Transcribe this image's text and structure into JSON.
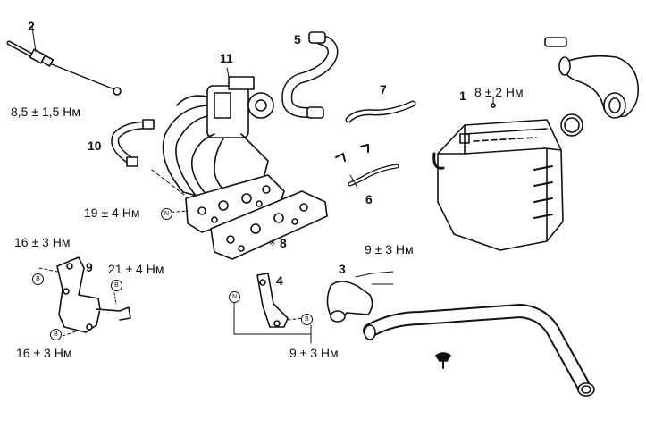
{
  "diagram": {
    "parts": {
      "p1": "1",
      "p2": "2",
      "p3": "3",
      "p4": "4",
      "p5": "5",
      "p6": "6",
      "p7": "7",
      "p8": "8",
      "p9": "9",
      "p10": "10",
      "p11": "11"
    },
    "torques": {
      "t_throttle_cable": "8,5 ± 1,5 Нм",
      "t_air_box": "8 ± 2 Нм",
      "t_manifold": "19 ± 4 Нм",
      "t_bracket_top": "16 ± 3 Нм",
      "t_bracket_bolt": "21 ± 4 Нм",
      "t_bracket_bottom": "16 ± 3 Нм",
      "t_fitting": "9 ± 3 Нм",
      "t_bracket4": "9 ± 3 Нм"
    },
    "symbols": {
      "n_mark": "N",
      "b_mark": "B",
      "gasket_mark": "※"
    },
    "icons": {
      "gasket": "gasket-icon",
      "hose": "hose-icon",
      "clamp": "hose-clamp-icon",
      "bolt": "bolt-icon",
      "throttle": "throttle-body-icon"
    }
  }
}
